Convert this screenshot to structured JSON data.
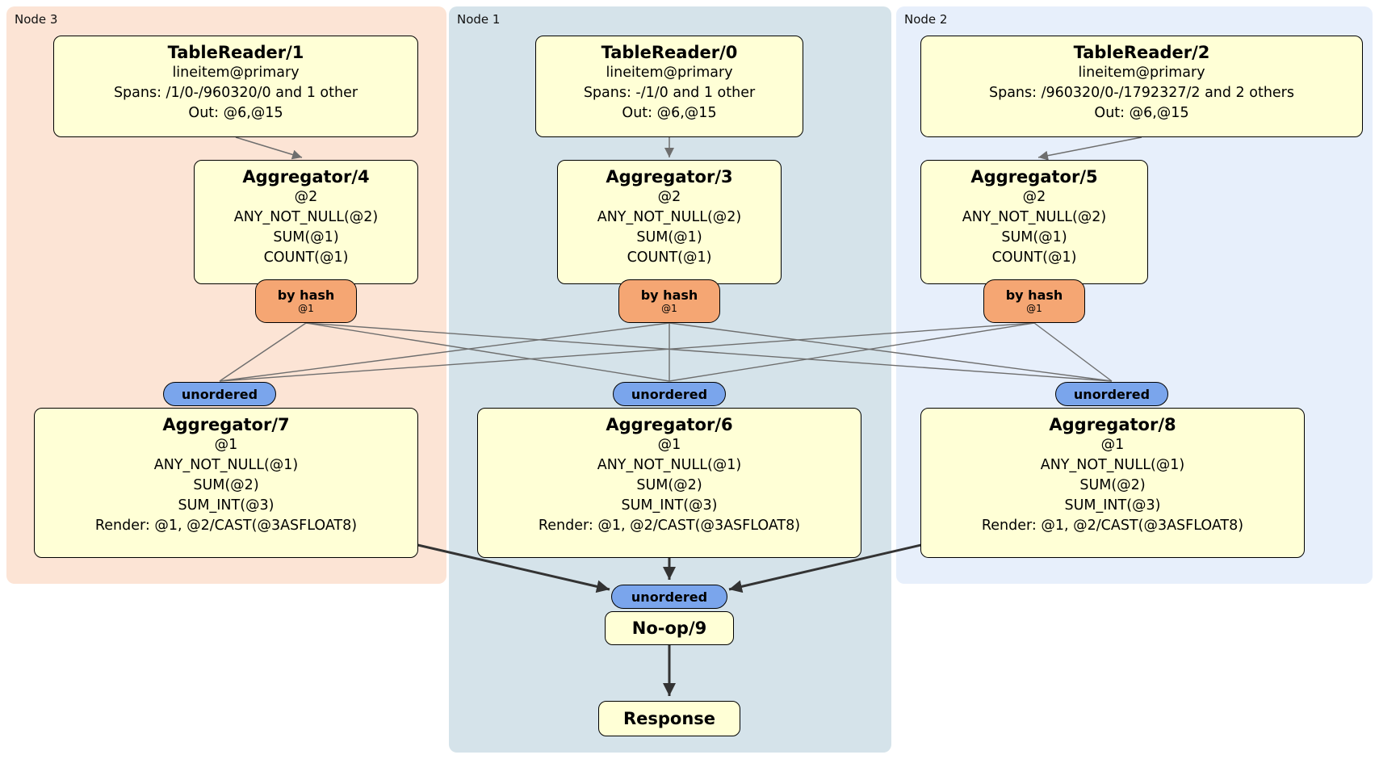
{
  "nodes": [
    {
      "label": "Node 3",
      "table_reader": {
        "title": "TableReader/1",
        "lines": [
          "lineitem@primary",
          "Spans: /1/0-/960320/0 and 1 other",
          "Out: @6,@15"
        ]
      },
      "group_agg": {
        "title": "Aggregator/4",
        "lines": [
          "@2",
          "ANY_NOT_NULL(@2)",
          "SUM(@1)",
          "COUNT(@1)"
        ]
      },
      "router": {
        "label": "by hash",
        "detail": "@1"
      },
      "stream": {
        "label": "unordered"
      },
      "final_agg": {
        "title": "Aggregator/7",
        "lines": [
          "@1",
          "ANY_NOT_NULL(@1)",
          "SUM(@2)",
          "SUM_INT(@3)",
          "Render: @1, @2/CAST(@3ASFLOAT8)"
        ]
      }
    },
    {
      "label": "Node 1",
      "table_reader": {
        "title": "TableReader/0",
        "lines": [
          "lineitem@primary",
          "Spans: -/1/0 and 1 other",
          "Out: @6,@15"
        ]
      },
      "group_agg": {
        "title": "Aggregator/3",
        "lines": [
          "@2",
          "ANY_NOT_NULL(@2)",
          "SUM(@1)",
          "COUNT(@1)"
        ]
      },
      "router": {
        "label": "by hash",
        "detail": "@1"
      },
      "stream": {
        "label": "unordered"
      },
      "final_agg": {
        "title": "Aggregator/6",
        "lines": [
          "@1",
          "ANY_NOT_NULL(@1)",
          "SUM(@2)",
          "SUM_INT(@3)",
          "Render: @1, @2/CAST(@3ASFLOAT8)"
        ]
      }
    },
    {
      "label": "Node 2",
      "table_reader": {
        "title": "TableReader/2",
        "lines": [
          "lineitem@primary",
          "Spans: /960320/0-/1792327/2 and 2 others",
          "Out: @6,@15"
        ]
      },
      "group_agg": {
        "title": "Aggregator/5",
        "lines": [
          "@2",
          "ANY_NOT_NULL(@2)",
          "SUM(@1)",
          "COUNT(@1)"
        ]
      },
      "router": {
        "label": "by hash",
        "detail": "@1"
      },
      "stream": {
        "label": "unordered"
      },
      "final_agg": {
        "title": "Aggregator/8",
        "lines": [
          "@1",
          "ANY_NOT_NULL(@1)",
          "SUM(@2)",
          "SUM_INT(@3)",
          "Render: @1, @2/CAST(@3ASFLOAT8)"
        ]
      }
    }
  ],
  "sink": {
    "stream": {
      "label": "unordered"
    },
    "noop": {
      "title": "No-op/9"
    },
    "response": {
      "title": "Response"
    }
  },
  "colors": {
    "node3_bg": "#fce4d5",
    "node1_bg": "#d5e3ea",
    "node2_bg": "#e7effb",
    "processor_bg": "#ffffd6",
    "router_bg": "#f5a673",
    "stream_bg": "#7aa5ec"
  }
}
